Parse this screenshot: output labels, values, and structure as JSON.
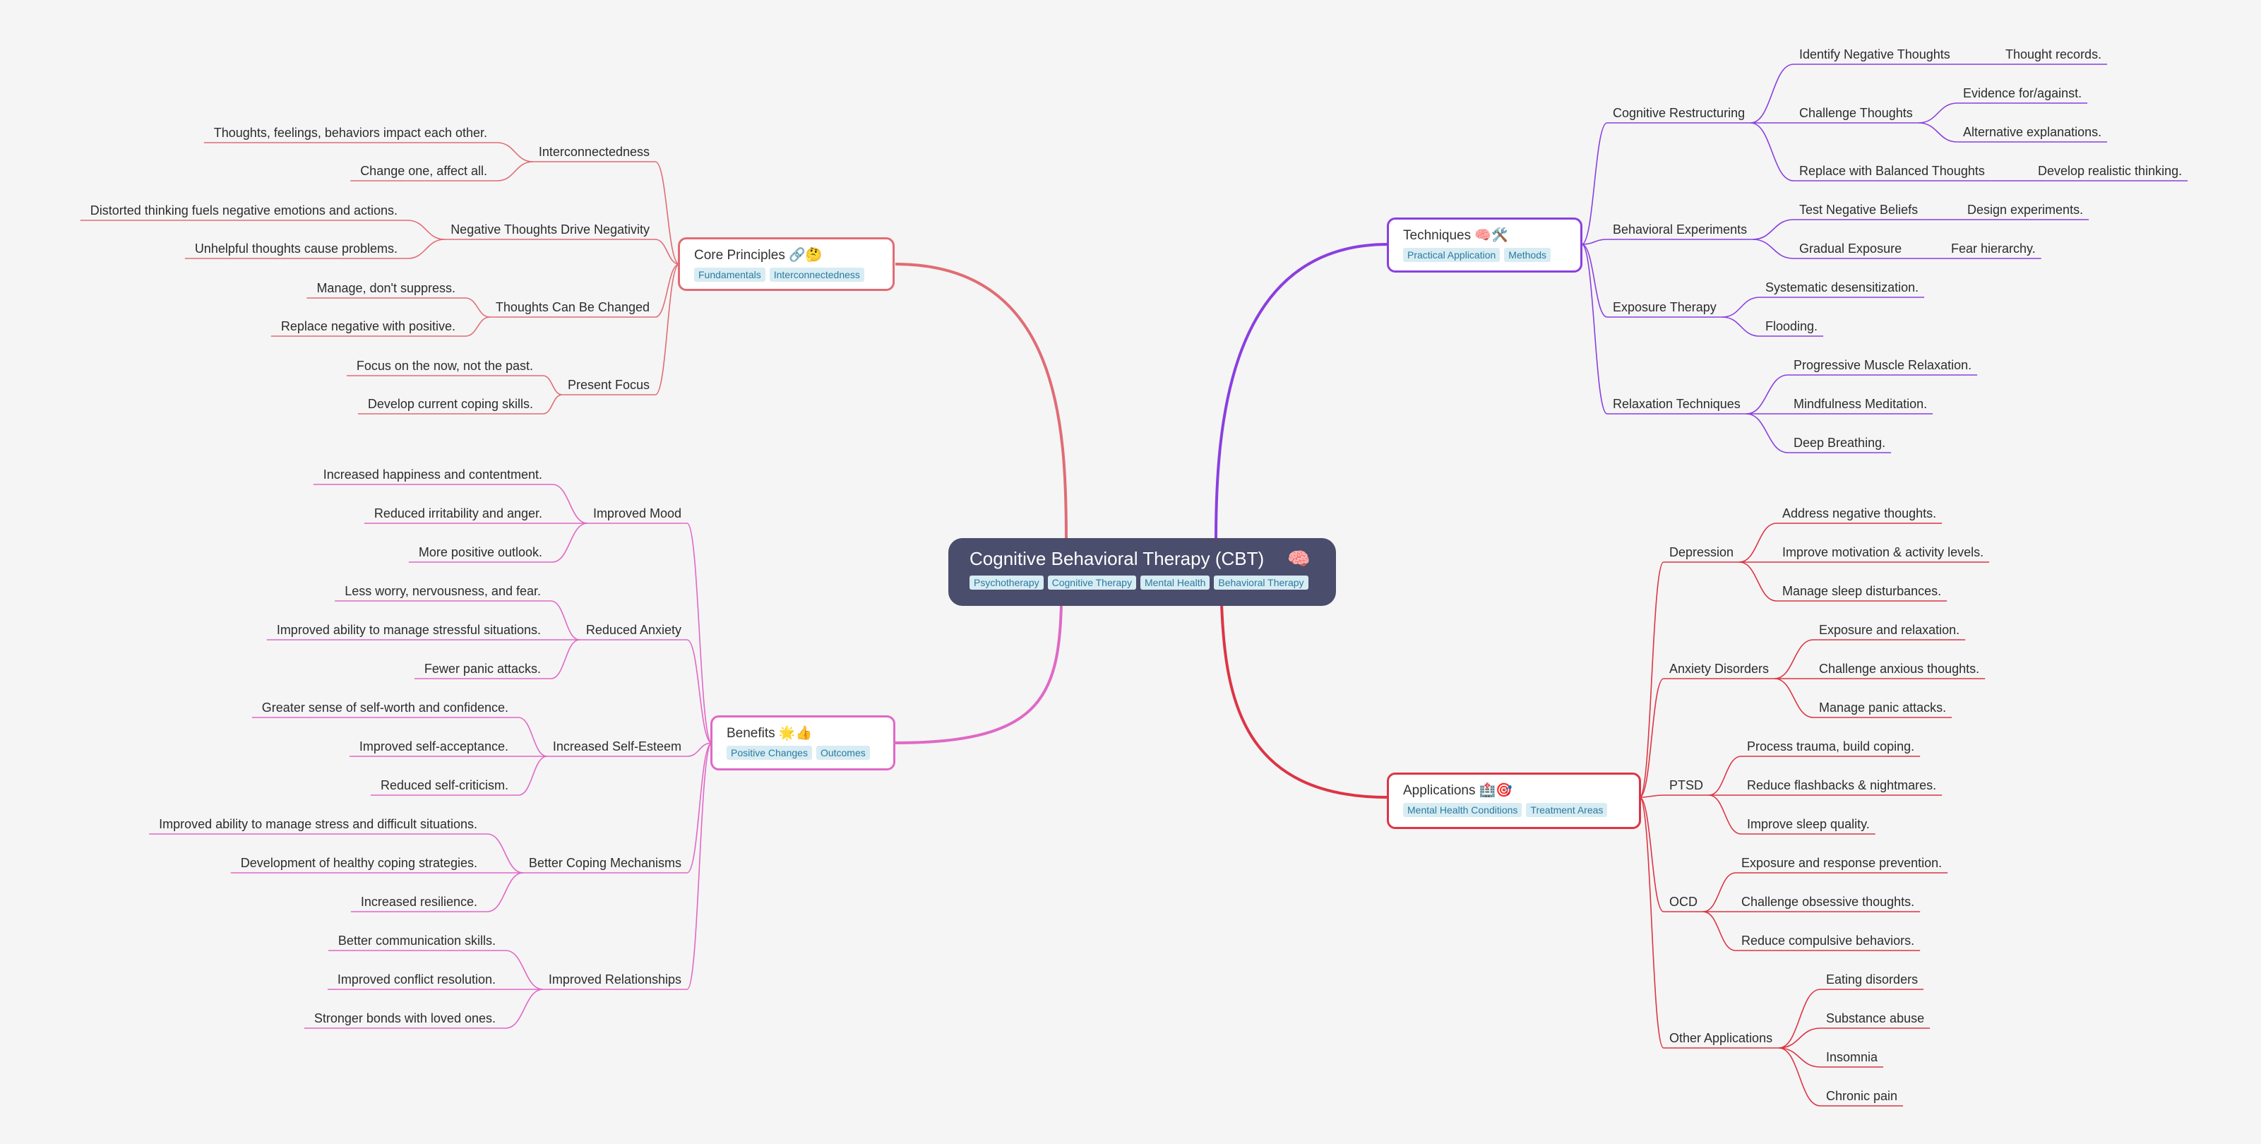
{
  "root": {
    "title": "Cognitive Behavioral Therapy (CBT)",
    "icon": "🧠",
    "tags": [
      "Psychotherapy",
      "Cognitive Therapy",
      "Mental Health",
      "Behavioral Therapy"
    ]
  },
  "colors": {
    "core": "#e06c75",
    "techniques": "#8a3fe0",
    "benefits": "#e068c6",
    "applications": "#dc3545",
    "root_bg": "#4a4d6b"
  },
  "branches": {
    "core": {
      "title": "Core Principles 🔗🤔",
      "tags": [
        "Fundamentals",
        "Interconnectedness"
      ],
      "children": [
        {
          "label": "Interconnectedness",
          "leaves": [
            "Thoughts, feelings, behaviors impact each other.",
            "Change one, affect all."
          ]
        },
        {
          "label": "Negative Thoughts Drive Negativity",
          "leaves": [
            "Distorted thinking fuels negative emotions and actions.",
            "Unhelpful thoughts cause problems."
          ]
        },
        {
          "label": "Thoughts Can Be Changed",
          "leaves": [
            "Manage, don't suppress.",
            "Replace negative with positive."
          ]
        },
        {
          "label": "Present Focus",
          "leaves": [
            "Focus on the now, not the past.",
            "Develop current coping skills."
          ]
        }
      ]
    },
    "benefits": {
      "title": "Benefits 🌟👍",
      "tags": [
        "Positive Changes",
        "Outcomes"
      ],
      "children": [
        {
          "label": "Improved Mood",
          "leaves": [
            "Increased happiness and contentment.",
            "Reduced irritability and anger.",
            "More positive outlook."
          ]
        },
        {
          "label": "Reduced Anxiety",
          "leaves": [
            "Less worry, nervousness, and fear.",
            "Improved ability to manage stressful situations.",
            "Fewer panic attacks."
          ]
        },
        {
          "label": "Increased Self-Esteem",
          "leaves": [
            "Greater sense of self-worth and confidence.",
            "Improved self-acceptance.",
            "Reduced self-criticism."
          ]
        },
        {
          "label": "Better Coping Mechanisms",
          "leaves": [
            "Improved ability to manage stress and difficult situations.",
            "Development of healthy coping strategies.",
            "Increased resilience."
          ]
        },
        {
          "label": "Improved Relationships",
          "leaves": [
            "Better communication skills.",
            "Improved conflict resolution.",
            "Stronger bonds with loved ones."
          ]
        }
      ]
    },
    "techniques": {
      "title": "Techniques 🧠🛠️",
      "tags": [
        "Practical Application",
        "Methods"
      ],
      "children": [
        {
          "label": "Cognitive Restructuring",
          "subs": [
            {
              "label": "Identify Negative Thoughts",
              "leaves": [
                "Thought records."
              ]
            },
            {
              "label": "Challenge Thoughts",
              "leaves": [
                "Evidence for/against.",
                "Alternative explanations."
              ]
            },
            {
              "label": "Replace with Balanced Thoughts",
              "leaves": [
                "Develop realistic thinking."
              ]
            }
          ]
        },
        {
          "label": "Behavioral Experiments",
          "subs": [
            {
              "label": "Test Negative Beliefs",
              "leaves": [
                "Design experiments."
              ]
            },
            {
              "label": "Gradual Exposure",
              "leaves": [
                "Fear hierarchy."
              ]
            }
          ]
        },
        {
          "label": "Exposure Therapy",
          "leaves": [
            "Systematic desensitization.",
            "Flooding."
          ]
        },
        {
          "label": "Relaxation Techniques",
          "leaves": [
            "Progressive Muscle Relaxation.",
            "Mindfulness Meditation.",
            "Deep Breathing."
          ]
        }
      ]
    },
    "applications": {
      "title": "Applications 🏥🎯",
      "tags": [
        "Mental Health Conditions",
        "Treatment Areas"
      ],
      "children": [
        {
          "label": "Depression",
          "leaves": [
            "Address negative thoughts.",
            "Improve motivation & activity levels.",
            "Manage sleep disturbances."
          ]
        },
        {
          "label": "Anxiety Disorders",
          "leaves": [
            "Exposure and relaxation.",
            "Challenge anxious thoughts.",
            "Manage panic attacks."
          ]
        },
        {
          "label": "PTSD",
          "leaves": [
            "Process trauma, build coping.",
            "Reduce flashbacks & nightmares.",
            "Improve sleep quality."
          ]
        },
        {
          "label": "OCD",
          "leaves": [
            "Exposure and response prevention.",
            "Challenge obsessive thoughts.",
            "Reduce compulsive behaviors."
          ]
        },
        {
          "label": "Other Applications",
          "leaves": [
            "Eating disorders",
            "Substance abuse",
            "Insomnia",
            "Chronic pain"
          ]
        }
      ]
    }
  }
}
